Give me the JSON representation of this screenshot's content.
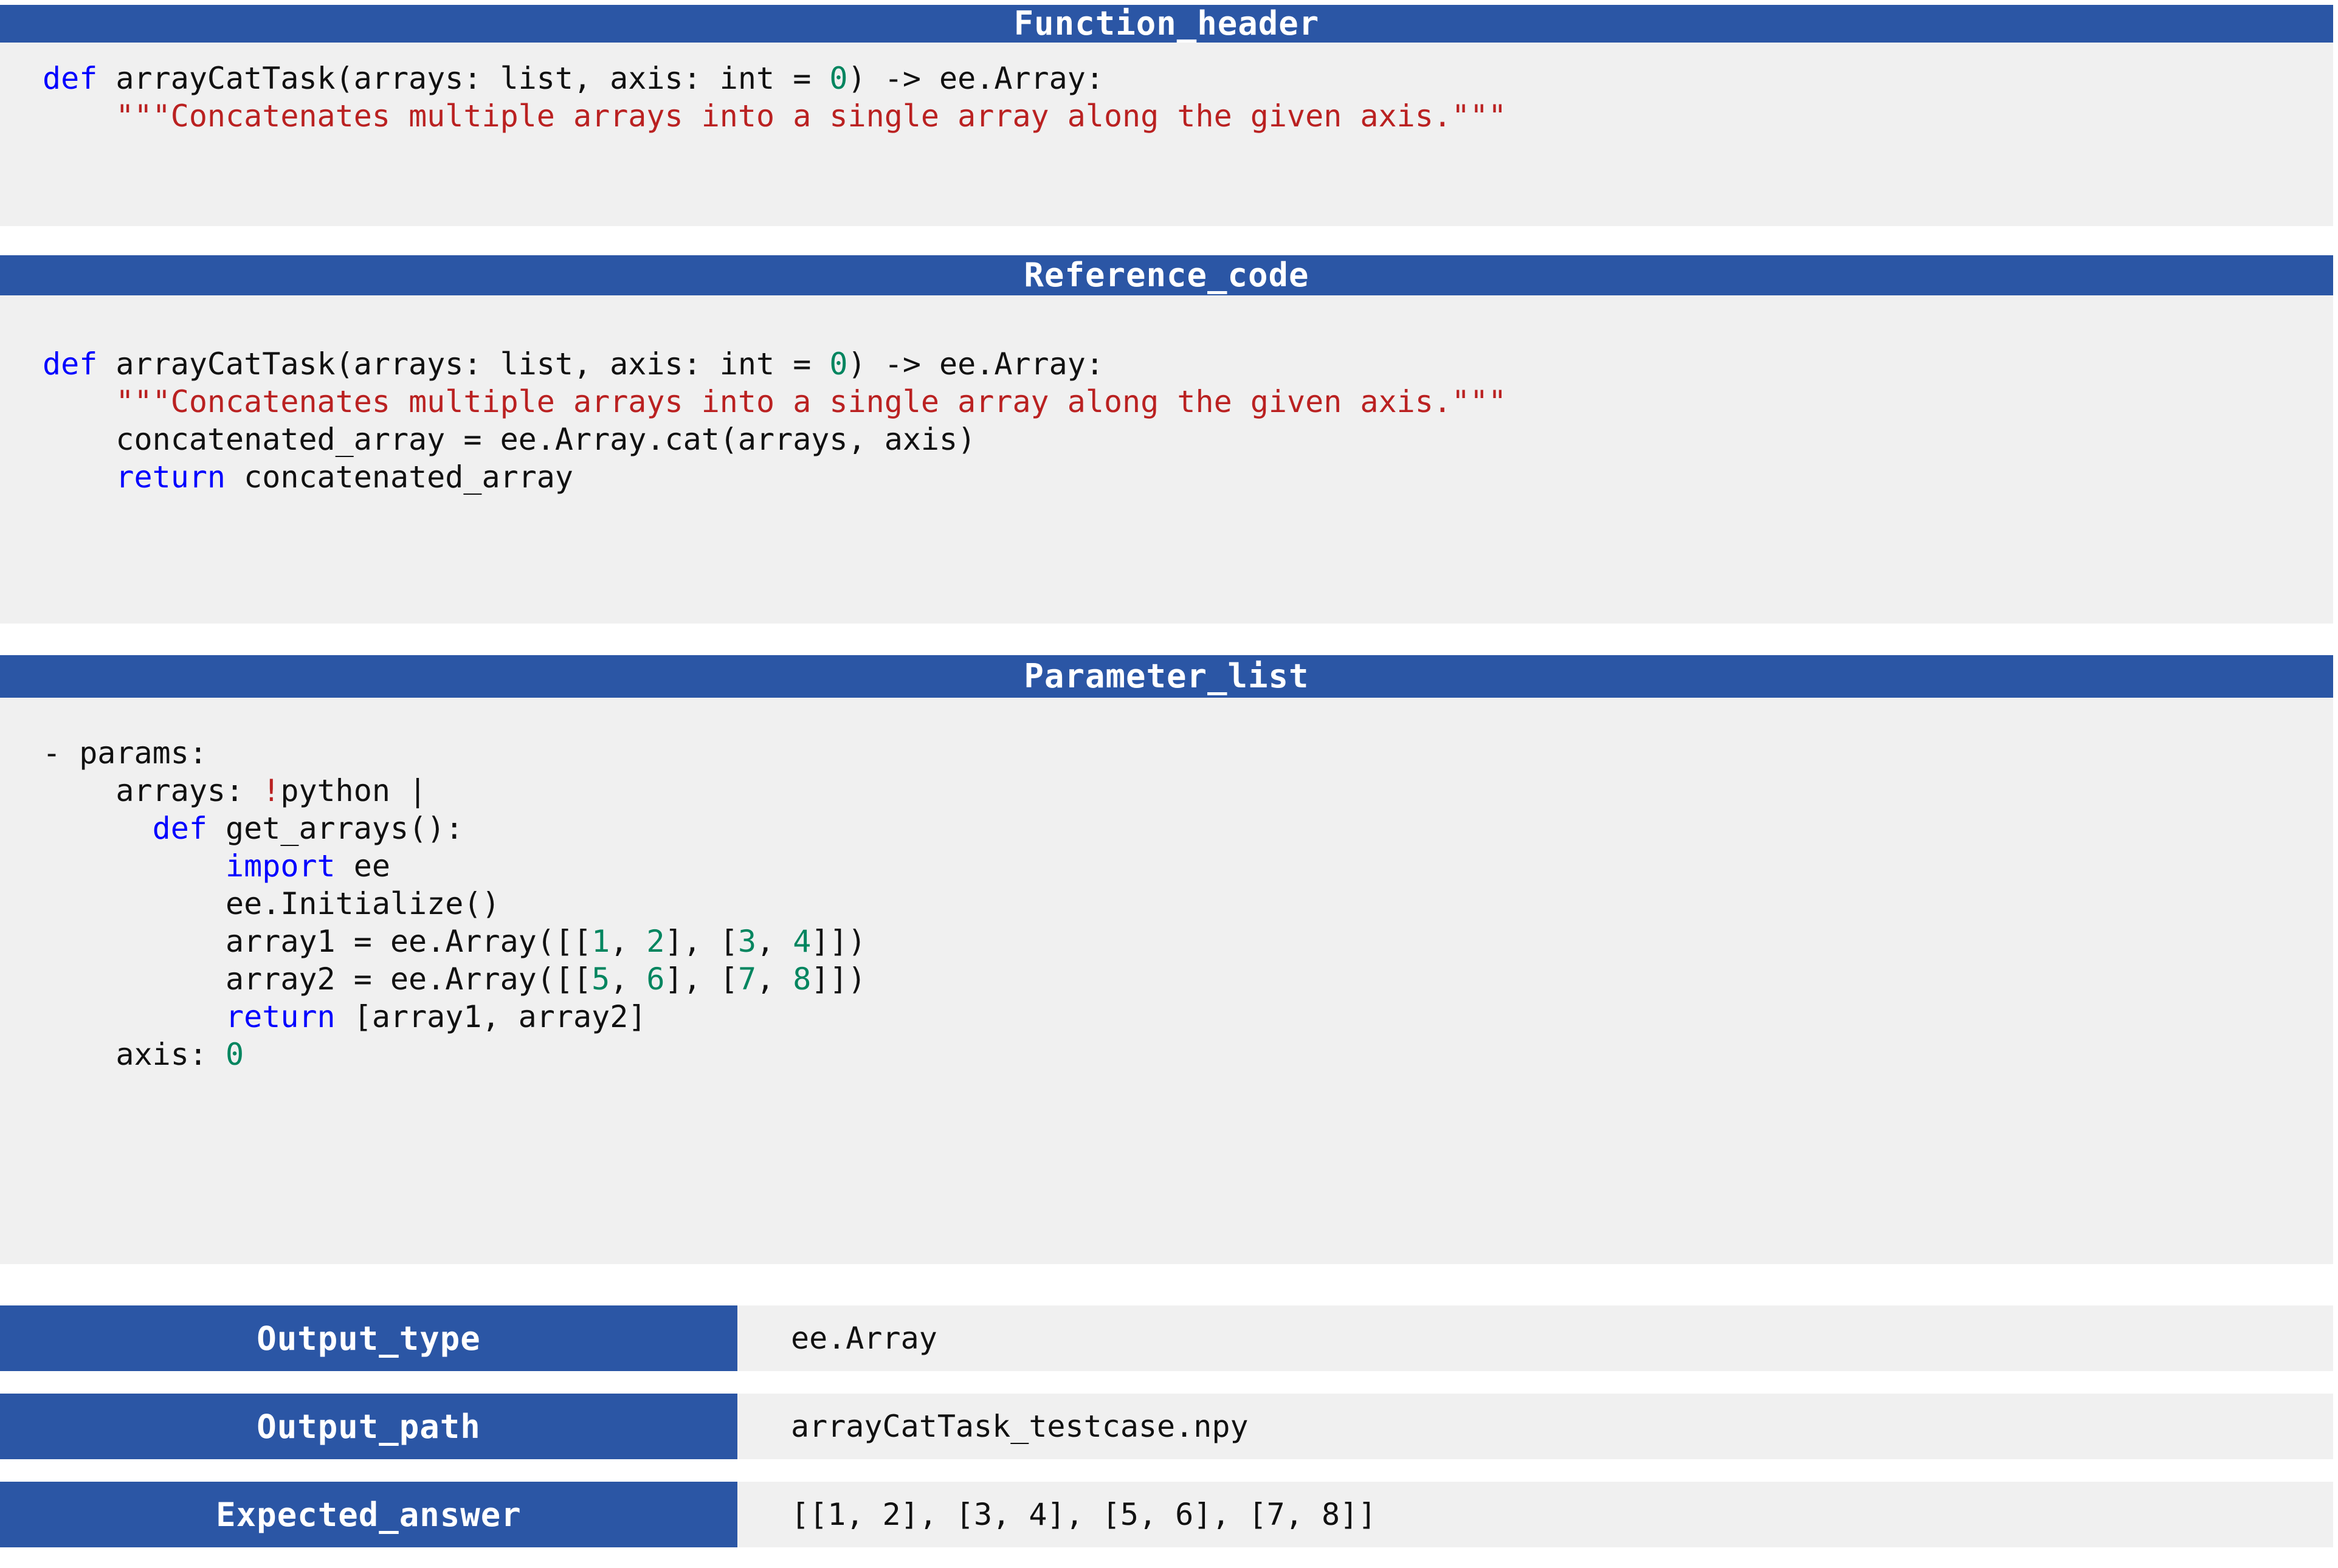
{
  "theme": {
    "header_bg": "#2B56A5",
    "code_bg": "#F0F0F0",
    "page_bg": "#FFFFFF",
    "keyword_color": "#0000FF",
    "string_color": "#BA2121",
    "number_color": "#00855F",
    "text_color": "#111111"
  },
  "sections": {
    "function_header": {
      "title": "Function_header",
      "lines": [
        {
          "tokens": [
            {
              "t": "def",
              "c": "kw"
            },
            {
              "t": " arrayCatTask(arrays: list, axis: int = ",
              "c": "pl"
            },
            {
              "t": "0",
              "c": "num"
            },
            {
              "t": ") -> ee.Array:",
              "c": "pl"
            }
          ]
        },
        {
          "tokens": [
            {
              "t": "    ",
              "c": "pl"
            },
            {
              "t": "\"\"\"Concatenates multiple arrays into a single array along the given axis.\"\"\"",
              "c": "str"
            }
          ]
        }
      ]
    },
    "reference_code": {
      "title": "Reference_code",
      "lines": [
        {
          "tokens": [
            {
              "t": "def",
              "c": "kw"
            },
            {
              "t": " arrayCatTask(arrays: list, axis: int = ",
              "c": "pl"
            },
            {
              "t": "0",
              "c": "num"
            },
            {
              "t": ") -> ee.Array:",
              "c": "pl"
            }
          ]
        },
        {
          "tokens": [
            {
              "t": "    ",
              "c": "pl"
            },
            {
              "t": "\"\"\"Concatenates multiple arrays into a single array along the given axis.\"\"\"",
              "c": "str"
            }
          ]
        },
        {
          "tokens": [
            {
              "t": "    concatenated_array = ee.Array.cat(arrays, axis)",
              "c": "pl"
            }
          ]
        },
        {
          "tokens": [
            {
              "t": "    ",
              "c": "pl"
            },
            {
              "t": "return",
              "c": "kw"
            },
            {
              "t": " concatenated_array",
              "c": "pl"
            }
          ]
        }
      ]
    },
    "parameter_list": {
      "title": "Parameter_list",
      "lines": [
        {
          "tokens": [
            {
              "t": "- params:",
              "c": "pl"
            }
          ]
        },
        {
          "tokens": [
            {
              "t": "    arrays: ",
              "c": "pl"
            },
            {
              "t": "!",
              "c": "tag"
            },
            {
              "t": "python |",
              "c": "pl"
            }
          ]
        },
        {
          "tokens": [
            {
              "t": "      ",
              "c": "pl"
            },
            {
              "t": "def",
              "c": "kw"
            },
            {
              "t": " get_arrays():",
              "c": "pl"
            }
          ]
        },
        {
          "tokens": [
            {
              "t": "          ",
              "c": "pl"
            },
            {
              "t": "import",
              "c": "kw"
            },
            {
              "t": " ee",
              "c": "pl"
            }
          ]
        },
        {
          "tokens": [
            {
              "t": "          ee.Initialize()",
              "c": "pl"
            }
          ]
        },
        {
          "tokens": [
            {
              "t": "          array1 = ee.Array([[",
              "c": "pl"
            },
            {
              "t": "1",
              "c": "num"
            },
            {
              "t": ", ",
              "c": "pl"
            },
            {
              "t": "2",
              "c": "num"
            },
            {
              "t": "], [",
              "c": "pl"
            },
            {
              "t": "3",
              "c": "num"
            },
            {
              "t": ", ",
              "c": "pl"
            },
            {
              "t": "4",
              "c": "num"
            },
            {
              "t": "]])",
              "c": "pl"
            }
          ]
        },
        {
          "tokens": [
            {
              "t": "          array2 = ee.Array([[",
              "c": "pl"
            },
            {
              "t": "5",
              "c": "num"
            },
            {
              "t": ", ",
              "c": "pl"
            },
            {
              "t": "6",
              "c": "num"
            },
            {
              "t": "], [",
              "c": "pl"
            },
            {
              "t": "7",
              "c": "num"
            },
            {
              "t": ", ",
              "c": "pl"
            },
            {
              "t": "8",
              "c": "num"
            },
            {
              "t": "]])",
              "c": "pl"
            }
          ]
        },
        {
          "tokens": [
            {
              "t": "          ",
              "c": "pl"
            },
            {
              "t": "return",
              "c": "kw"
            },
            {
              "t": " [array1, array2]",
              "c": "pl"
            }
          ]
        },
        {
          "tokens": [
            {
              "t": "    axis: ",
              "c": "pl"
            },
            {
              "t": "0",
              "c": "num"
            }
          ]
        }
      ]
    }
  },
  "fields": [
    {
      "label": "Output_type",
      "value": "ee.Array"
    },
    {
      "label": "Output_path",
      "value": "arrayCatTask_testcase.npy"
    },
    {
      "label": "Expected_answer",
      "value": "[[1, 2], [3, 4], [5, 6], [7, 8]]"
    }
  ]
}
